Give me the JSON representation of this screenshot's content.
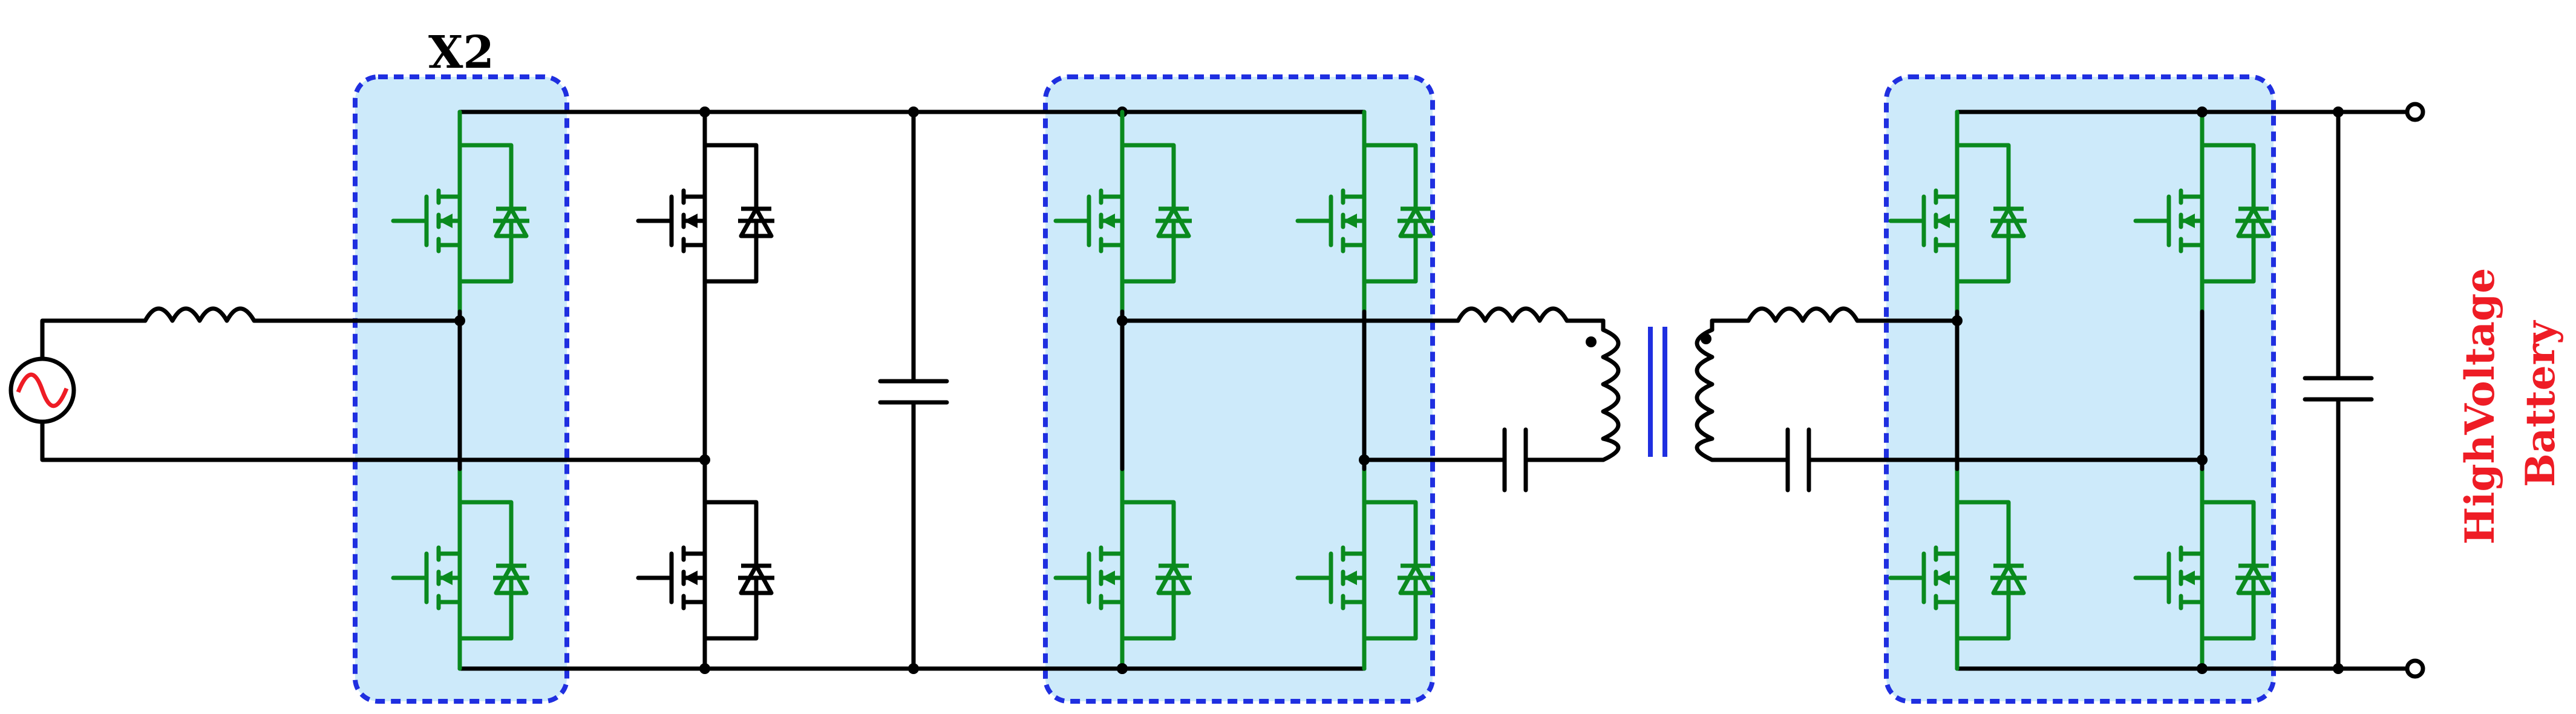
{
  "labels": {
    "x2": "X2",
    "battery_line1": "HighVoltage",
    "battery_line2": "Battery"
  },
  "colors": {
    "switch_active": "#0a8a1e",
    "switch_passive": "#000000",
    "highlight_fill": "#cdeafa",
    "highlight_border": "#1f2fe0",
    "transformer_core": "#1f2fe0",
    "battery_text": "#ee1c25"
  },
  "components": {
    "ac_source": "ac-source-icon",
    "inductor": "inductor-icon",
    "capacitor": "capacitor-icon",
    "mosfet": "mosfet-icon",
    "transformer": "transformer-icon",
    "terminal": "terminal-icon"
  }
}
